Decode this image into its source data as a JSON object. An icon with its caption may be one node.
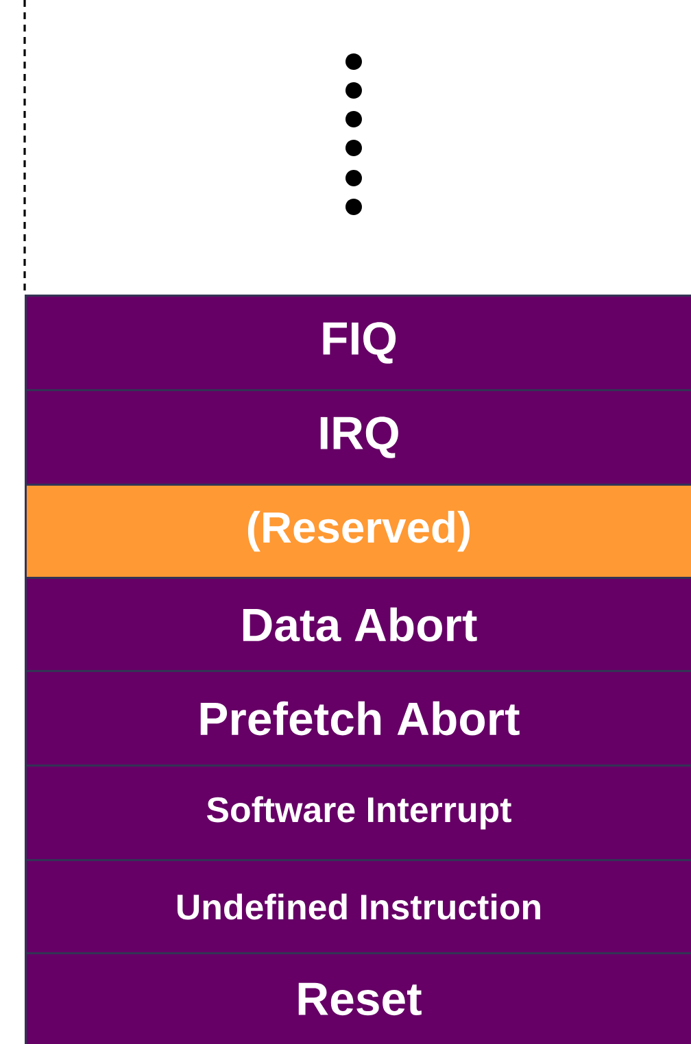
{
  "diagram": {
    "nodes": [
      {
        "text": [
          "FIQ"
        ]
      },
      {
        "text": [
          "IRQ"
        ]
      },
      {
        "text": [
          "(Reserved)"
        ]
      },
      {
        "text": [
          "Data Abort"
        ]
      },
      {
        "text": [
          "Prefetch Abort"
        ]
      },
      {
        "text": [
          "Software Interrupt"
        ]
      },
      {
        "text": [
          "Undefined  Instruction"
        ]
      },
      {
        "text": [
          "Reset"
        ]
      }
    ]
  }
}
